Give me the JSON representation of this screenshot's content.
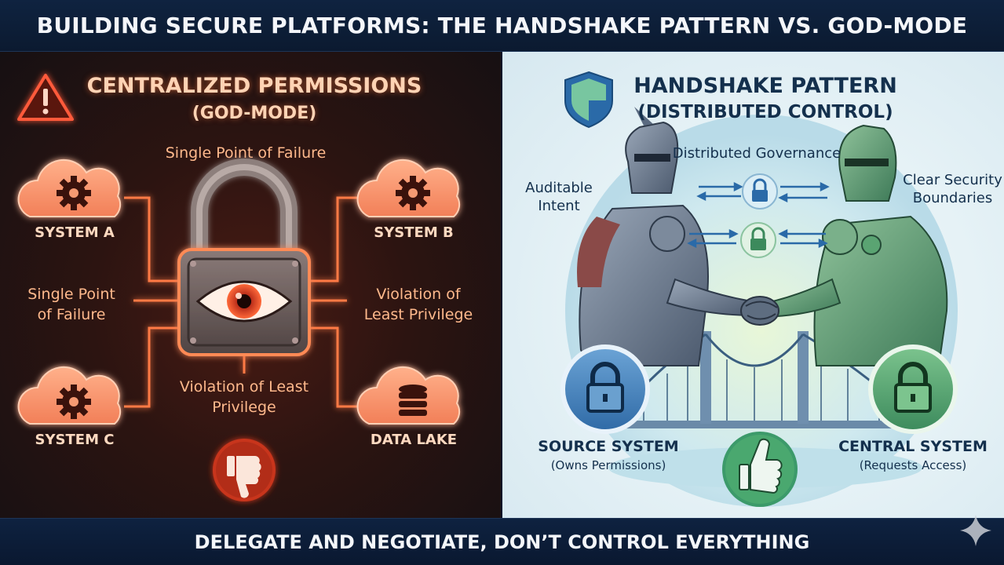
{
  "header": {
    "title": "BUILDING SECURE PLATFORMS: THE HANDSHAKE PATTERN VS. GOD-MODE"
  },
  "left": {
    "title": "CENTRALIZED PERMISSIONS",
    "subtitle": "(GOD-MODE)",
    "label_top": "Single Point of Failure",
    "label_left_1": "Single Point",
    "label_left_2": "of Failure",
    "label_right_1": "Violation of",
    "label_right_2": "Least Privilege",
    "label_bottom_1": "Violation of Least",
    "label_bottom_2": "Privilege",
    "systems": {
      "a": "SYSTEM A",
      "b": "SYSTEM B",
      "c": "SYSTEM C",
      "d": "DATA LAKE"
    },
    "icons": [
      "warning-icon",
      "gear-icon",
      "database-icon",
      "padlock-eye-icon",
      "thumbs-down-icon"
    ],
    "accent": "#ff7a45"
  },
  "right": {
    "title": "HANDSHAKE PATTERN",
    "subtitle": "(DISTRIBUTED CONTROL)",
    "label_governance": "Distributed Governance",
    "label_auditable_1": "Auditable",
    "label_auditable_2": "Intent",
    "label_boundaries_1": "Clear Security",
    "label_boundaries_2": "Boundaries",
    "source_system": "SOURCE SYSTEM",
    "source_sub": "(Owns Permissions)",
    "central_system": "CENTRAL SYSTEM",
    "central_sub": "(Requests Access)",
    "icons": [
      "shield-icon",
      "lock-icon",
      "arrows-exchange-icon",
      "knight-icon",
      "bridge-icon",
      "thumbs-up-icon"
    ],
    "accent_blue": "#3a78b8",
    "accent_green": "#4aa86a"
  },
  "footer": {
    "tagline": "DELEGATE AND NEGOTIATE, DON’T CONTROL EVERYTHING"
  }
}
